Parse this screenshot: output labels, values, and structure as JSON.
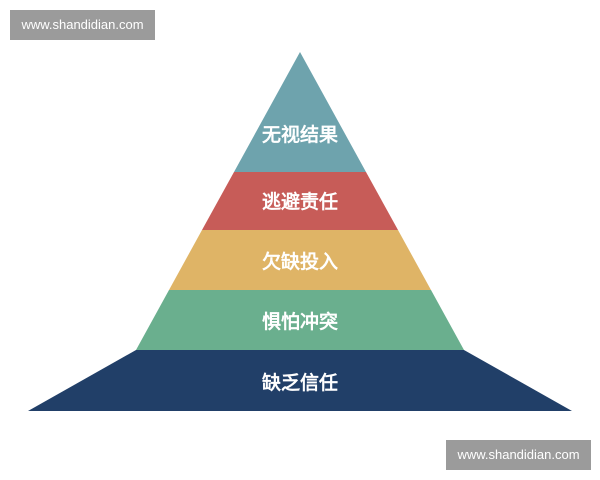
{
  "watermark": {
    "top_text": "www.shandidian.com",
    "bottom_text": "www.shandidian.com"
  },
  "pyramid": {
    "layers": [
      {
        "label": "无视结果",
        "color": "#6ea3ad"
      },
      {
        "label": "逃避责任",
        "color": "#c75c58"
      },
      {
        "label": "欠缺投入",
        "color": "#dfb466"
      },
      {
        "label": "惧怕冲突",
        "color": "#6aaf8e"
      },
      {
        "label": "缺乏信任",
        "color": "#213f68"
      }
    ]
  }
}
